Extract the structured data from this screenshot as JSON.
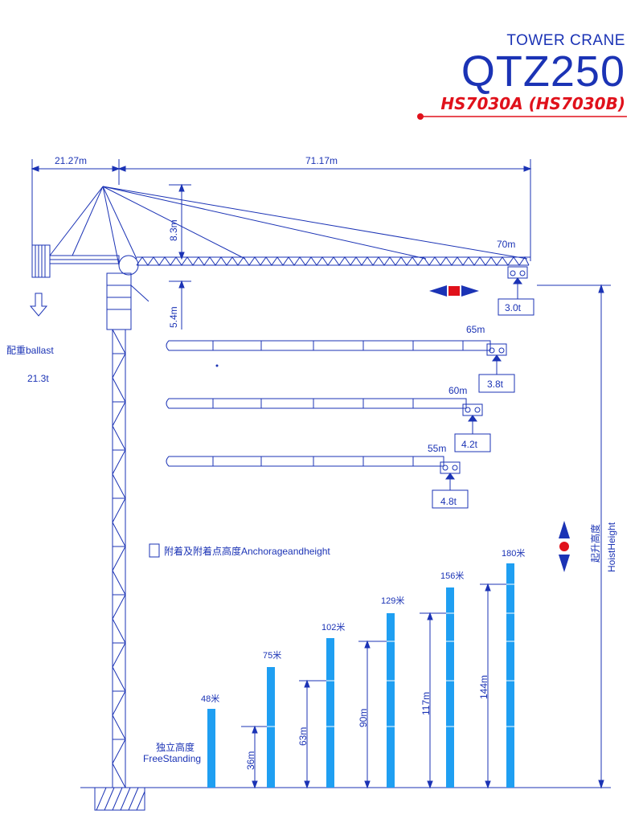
{
  "header": {
    "subtitle": "TOWER CRANE",
    "model": "QTZ250",
    "variant": "HS7030A (HS7030B)"
  },
  "dimensions": {
    "counter_jib": "21.27m",
    "jib": "71.17m",
    "head_height": "8.3m",
    "jib_depth": "5.4m"
  },
  "ballast": {
    "label": "配重ballast",
    "weight": "21.3t"
  },
  "jib_loads": [
    {
      "length": "70m",
      "load": "3.0t"
    },
    {
      "length": "65m",
      "load": "3.8t"
    },
    {
      "length": "60m",
      "load": "4.2t"
    },
    {
      "length": "55m",
      "load": "4.8t"
    }
  ],
  "hoist_height_label": {
    "cn": "起升高度",
    "en": "HoistHeight"
  },
  "legend": {
    "anchorage": "附着及附着点高度Anchorageandheight"
  },
  "freestanding": {
    "cn": "独立高度",
    "en": "FreeStanding"
  },
  "masts": [
    {
      "height": "48米"
    },
    {
      "height": "75米",
      "anchor": "36m"
    },
    {
      "height": "102米",
      "anchor": "63m"
    },
    {
      "height": "129米",
      "anchor": "90m"
    },
    {
      "height": "156米",
      "anchor": "117m"
    },
    {
      "height": "180米",
      "anchor": "144m"
    }
  ],
  "colors": {
    "line": "#1b33b5",
    "bar": "#1f9ff2",
    "accent": "#e0111b"
  }
}
